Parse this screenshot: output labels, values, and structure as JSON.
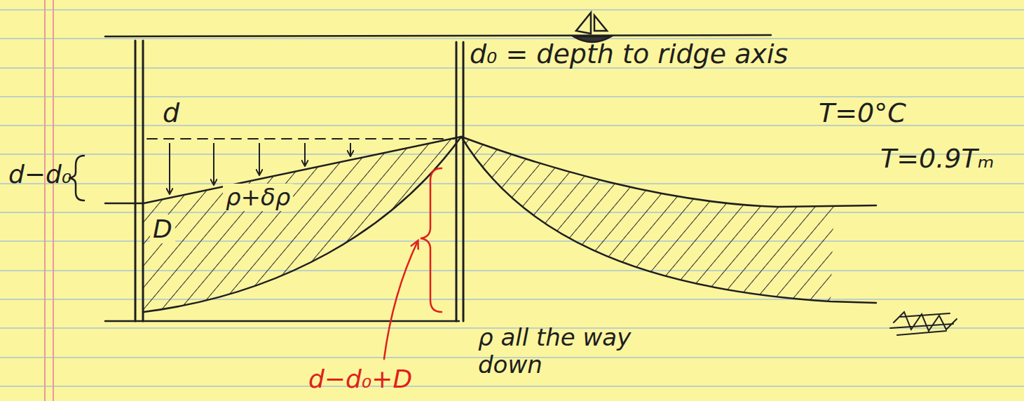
{
  "diagram": {
    "labels": [
      "d₀ = depth to ridge axis",
      "d",
      "d−d₀",
      "T=0°C",
      "ρ+δρ",
      "T=0.9Tₘ",
      "D",
      "d−d₀+D",
      "ρ all the way down"
    ]
  }
}
